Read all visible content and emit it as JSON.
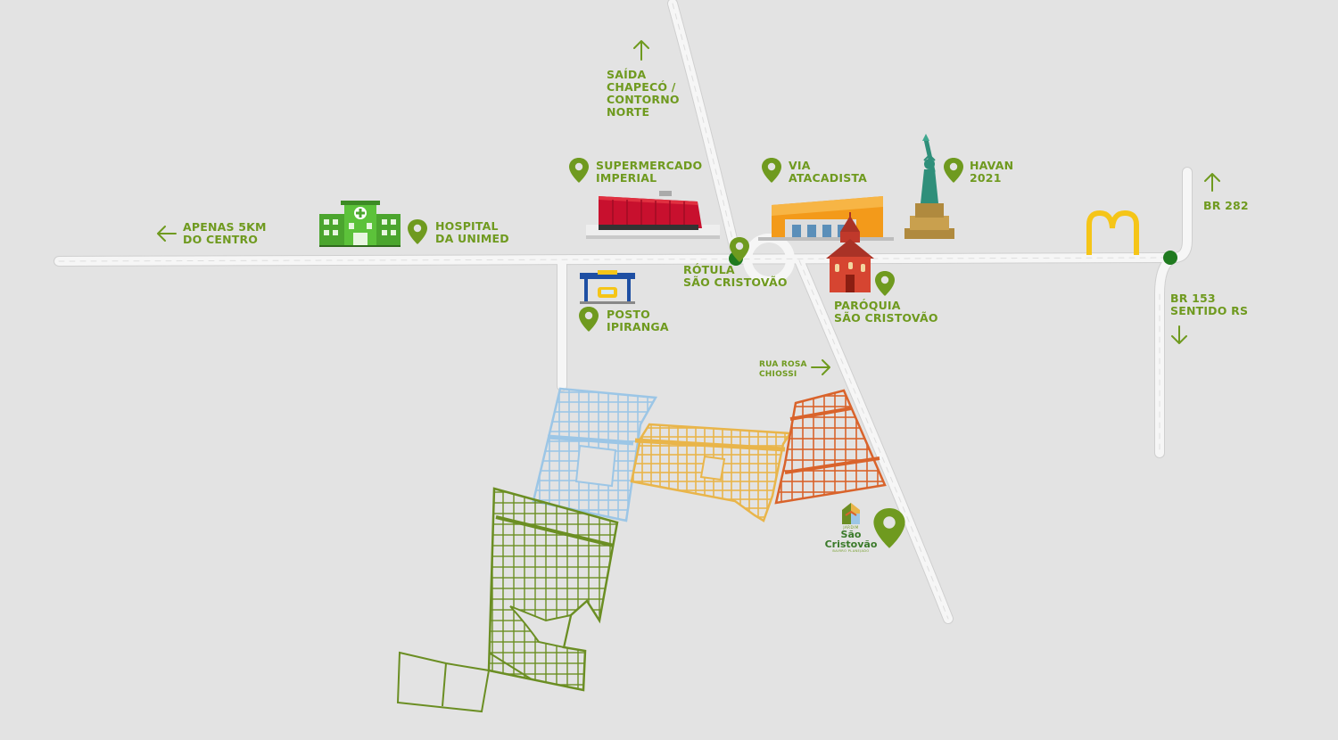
{
  "colors": {
    "background": "#e3e3e3",
    "road": "#f6f6f6",
    "accent_green": "#6f9a1f",
    "node_green": "#1f7a1f",
    "lot_blue": "#9cc6e6",
    "lot_yellow": "#e9b54a",
    "lot_orange": "#d9632b",
    "lot_green": "#6b8e23",
    "arch_yellow": "#f5c518"
  },
  "labels": {
    "saida_norte": "SAÍDA\nCHAPECÓ /\nCONTORNO\nNORTE",
    "supermercado": "SUPERMERCADO\nIMPERIAL",
    "via_atacadista": "VIA\nATACADISTA",
    "havan": "HAVAN\n2021",
    "br282": "BR 282",
    "apenas": "APENAS 5KM\nDO CENTRO",
    "hospital": "HOSPITAL\nDA UNIMED",
    "rotula": "RÓTULA\nSÃO CRISTOVÃO",
    "posto": "POSTO\nIPIRANGA",
    "paroquia": "PARÓQUIA\nSÃO CRISTOVÃO",
    "br153": "BR 153\nSENTIDO RS",
    "rua_rosa": "RUA ROSA\nCHIOSSI"
  },
  "brand": {
    "top": "JARDIM",
    "name_line1": "São",
    "name_line2": "Cristovão",
    "sub": "BAIRRO PLANEJADO"
  },
  "icons": {
    "pin": "location-pin-icon",
    "arrow": "direction-arrow-icon",
    "hospital": "hospital-building-icon",
    "supermarket": "supermarket-building-icon",
    "atacadista": "warehouse-store-icon",
    "havan": "statue-of-liberty-icon",
    "mcdonalds": "golden-arches-icon",
    "gas_station": "gas-station-icon",
    "church": "church-icon",
    "logo": "sao-cristovao-logo-icon"
  }
}
